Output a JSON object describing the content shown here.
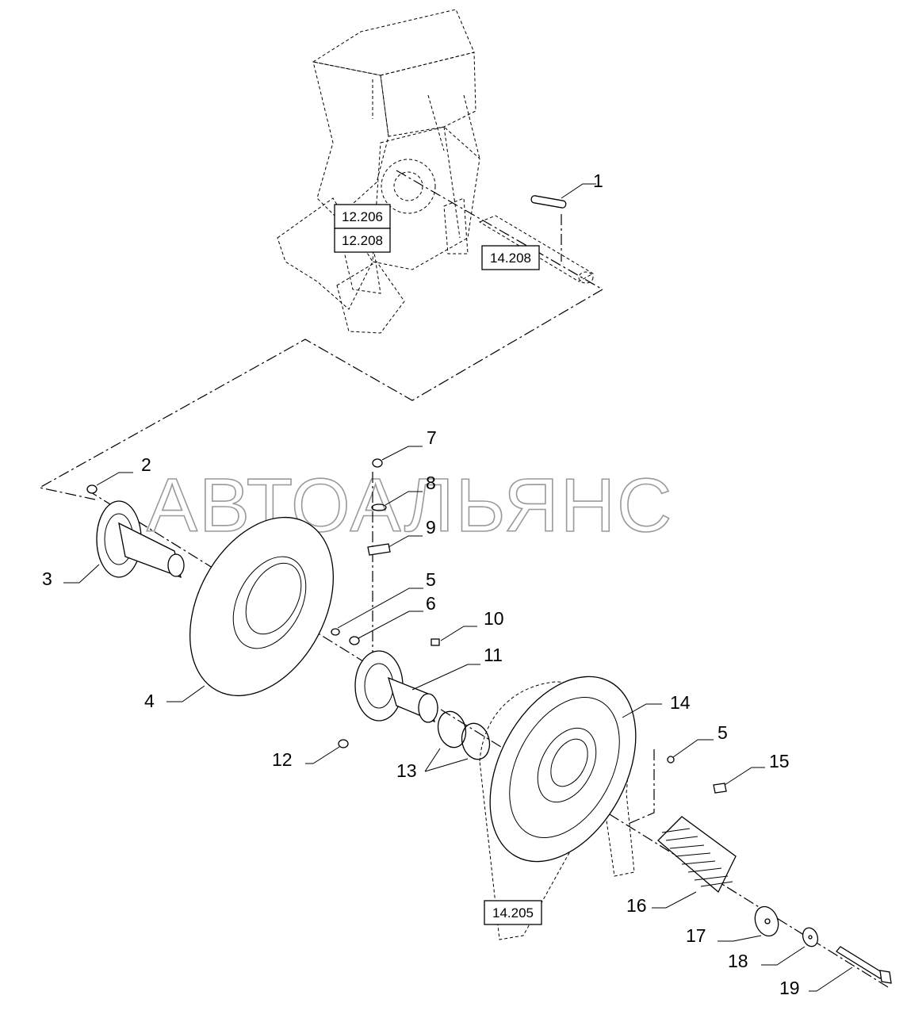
{
  "watermark": "АВТОАЛЬЯНС",
  "references": [
    "12.206",
    "12.208",
    "14.208",
    "14.205"
  ],
  "callouts": [
    "1",
    "2",
    "3",
    "4",
    "5",
    "6",
    "7",
    "8",
    "9",
    "10",
    "11",
    "12",
    "13",
    "5",
    "14",
    "15",
    "16",
    "17",
    "18",
    "19"
  ]
}
